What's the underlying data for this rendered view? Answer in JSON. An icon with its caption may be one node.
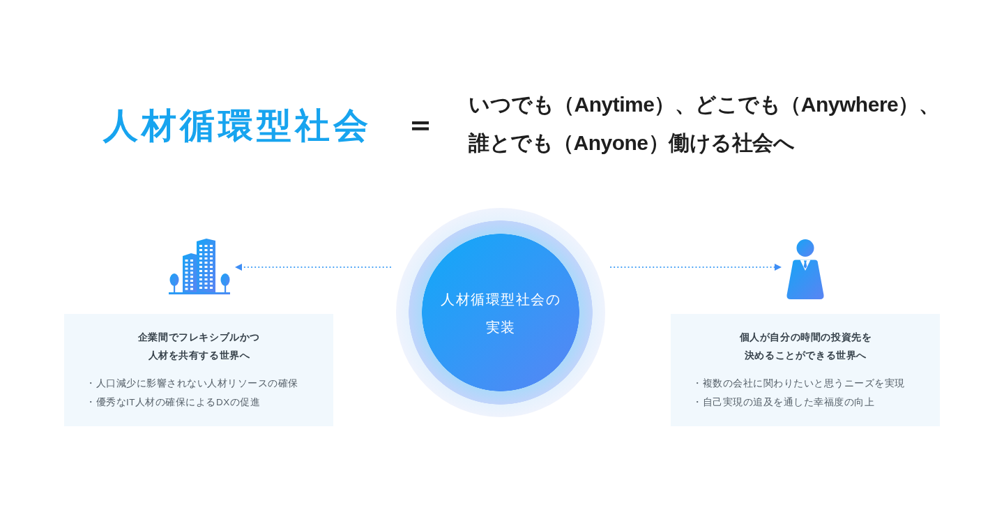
{
  "diagram": {
    "title": "人材循環型社会",
    "nodes": [
      {
        "text": [
          "人材循環型社会の実装"
        ]
      },
      {
        "text": [],
        "shape": "picture"
      },
      {
        "text": [],
        "shape": "person"
      },
      {
        "text": [
          "企業間でフレキシブルかつ人材を共有する世界へ",
          "・人口減少に影響されない人材リソースの確保",
          "・優秀なIT人材の確保によるDXの促進"
        ]
      },
      {
        "text": [
          "個人が自分の時間の投資先を決めることができる世界へ",
          "・複数の会社に関わりたいと思うニーズを実現",
          "・自己実現の追及を通した幸福度の向上"
        ]
      }
    ],
    "edges": [
      {
        "from": 0,
        "to": 1,
        "arrow": "to",
        "style": "dashed"
      },
      {
        "from": 0,
        "to": 2,
        "arrow": "to",
        "style": "dashed"
      }
    ],
    "labels": [
      "＝",
      "いつでも（Anytime）、どこでも（Anywhere）、誰とでも（Anyone）働ける社会へ"
    ]
  }
}
